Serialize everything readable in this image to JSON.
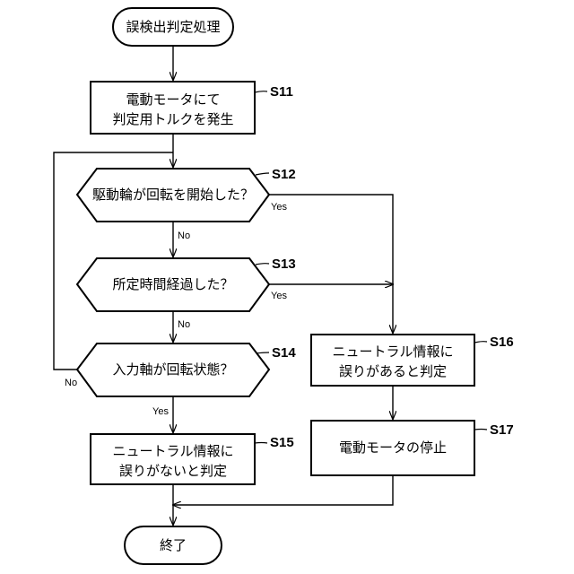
{
  "nodes": {
    "start": "誤検出判定処理",
    "s11": [
      "電動モータにて",
      "判定用トルクを発生"
    ],
    "s12": "駆動輪が回転を開始した？",
    "s13": "所定時間経過した？",
    "s14": "入力軸が回転状態？",
    "s15": [
      "ニュートラル情報に",
      "誤りがないと判定"
    ],
    "s16": [
      "ニュートラル情報に",
      "誤りがあると判定"
    ],
    "s17": "電動モータの停止",
    "end": "終了"
  },
  "steps": {
    "s11": "S11",
    "s12": "S12",
    "s13": "S13",
    "s14": "S14",
    "s15": "S15",
    "s16": "S16",
    "s17": "S17"
  },
  "branches": {
    "s12_yes": "Yes",
    "s12_no": "No",
    "s13_yes": "Yes",
    "s13_no": "No",
    "s14_yes": "Yes",
    "s14_no": "No"
  }
}
